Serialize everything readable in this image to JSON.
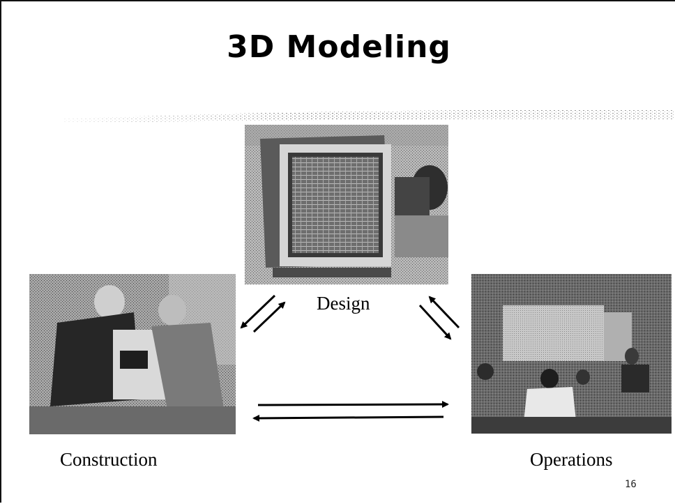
{
  "slide": {
    "title": "3D Modeling",
    "page_number": "16"
  },
  "nodes": {
    "design": {
      "label": "Design",
      "image": "computer-monitor-photo"
    },
    "construction": {
      "label": "Construction",
      "image": "construction-workers-photo"
    },
    "operations": {
      "label": "Operations",
      "image": "operations-meeting-photo"
    }
  },
  "colors": {
    "background": "#ffffff",
    "text": "#000000",
    "photo_tone": "#8c8c8c"
  }
}
